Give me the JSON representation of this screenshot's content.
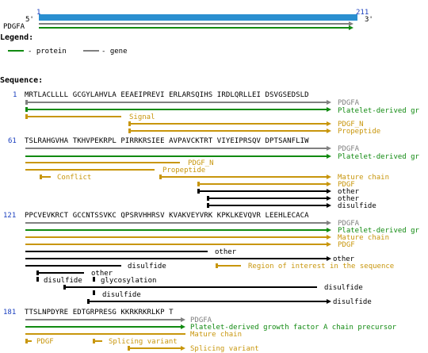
{
  "overview": {
    "start": "1",
    "end": "211",
    "five_prime": "5'",
    "three_prime": "3'",
    "gene": "PDGFA",
    "colors": {
      "bar": "#2a8fd0",
      "protein": "#118a11",
      "gene": "#808080"
    }
  },
  "legend": {
    "title": "Legend:",
    "protein": "- protein",
    "gene": "- gene"
  },
  "sequence": {
    "title": "Sequence:",
    "blocks": [
      {
        "num": "1",
        "seq": "MRTLACLLLL GCGYLAHVLA EEAEIPREVI ERLARSQIHS IRDLQRLLEI DSVGSEDSLD",
        "labels": [
          {
            "text": "PDGFA",
            "color": "gene"
          },
          {
            "text": "Platelet-derived gr",
            "color": "prot"
          },
          {
            "text": "Signal",
            "color": "feat"
          },
          {
            "text": "PDGF_N",
            "color": "feat"
          },
          {
            "text": "Propeptide",
            "color": "feat"
          }
        ]
      },
      {
        "num": "61",
        "seq": "TSLRAHGVHA TKHVPEKRPL PIRRKRSIEE AVPAVCKTRT VIYEIPRSQV DPTSANFLIW",
        "labels": [
          {
            "text": "PDGFA",
            "color": "gene"
          },
          {
            "text": "Platelet-derived gr",
            "color": "prot"
          },
          {
            "text": "PDGF_N",
            "color": "feat"
          },
          {
            "text": "Propeptide",
            "color": "feat"
          },
          {
            "text": "Conflict",
            "color": "feat"
          },
          {
            "text": "Mature chain",
            "color": "feat"
          },
          {
            "text": "PDGF",
            "color": "feat"
          },
          {
            "text": "other",
            "color": "black"
          },
          {
            "text": "other",
            "color": "black"
          },
          {
            "text": "disulfide",
            "color": "black"
          }
        ]
      },
      {
        "num": "121",
        "seq": "PPCVEVKRCT GCCNTSSVKC QPSRVHHRSV KVAKVEYVRK KPKLKEVQVR LEEHLECACA",
        "labels": [
          {
            "text": "PDGFA",
            "color": "gene"
          },
          {
            "text": "Platelet-derived gr",
            "color": "prot"
          },
          {
            "text": "Mature chain",
            "color": "feat"
          },
          {
            "text": "PDGF",
            "color": "feat"
          },
          {
            "text": "other",
            "color": "black"
          },
          {
            "text": "other",
            "color": "black"
          },
          {
            "text": "disulfide",
            "color": "black"
          },
          {
            "text": "Region of interest in the sequence",
            "color": "feat"
          },
          {
            "text": "other",
            "color": "black"
          },
          {
            "text": "disulfide",
            "color": "black"
          },
          {
            "text": "glycosylation",
            "color": "black"
          },
          {
            "text": "disulfide",
            "color": "black"
          },
          {
            "text": "disulfide",
            "color": "black"
          },
          {
            "text": "disulfide",
            "color": "black"
          }
        ]
      },
      {
        "num": "181",
        "seq": "TTSLNPDYRE EDTGRPRESG KKRKRKRLKP T",
        "labels": [
          {
            "text": "PDGFA",
            "color": "gene"
          },
          {
            "text": "Platelet-derived growth factor A chain precursor",
            "color": "prot"
          },
          {
            "text": "Mature chain",
            "color": "feat"
          },
          {
            "text": "PDGF",
            "color": "feat"
          },
          {
            "text": "Splicing variant",
            "color": "feat"
          },
          {
            "text": "Splicing variant",
            "color": "feat"
          }
        ]
      }
    ]
  },
  "colors": {
    "gene": "#808080",
    "prot": "#118a11",
    "feat": "#c8960c",
    "black": "#000000",
    "number": "#1a3fbf"
  }
}
